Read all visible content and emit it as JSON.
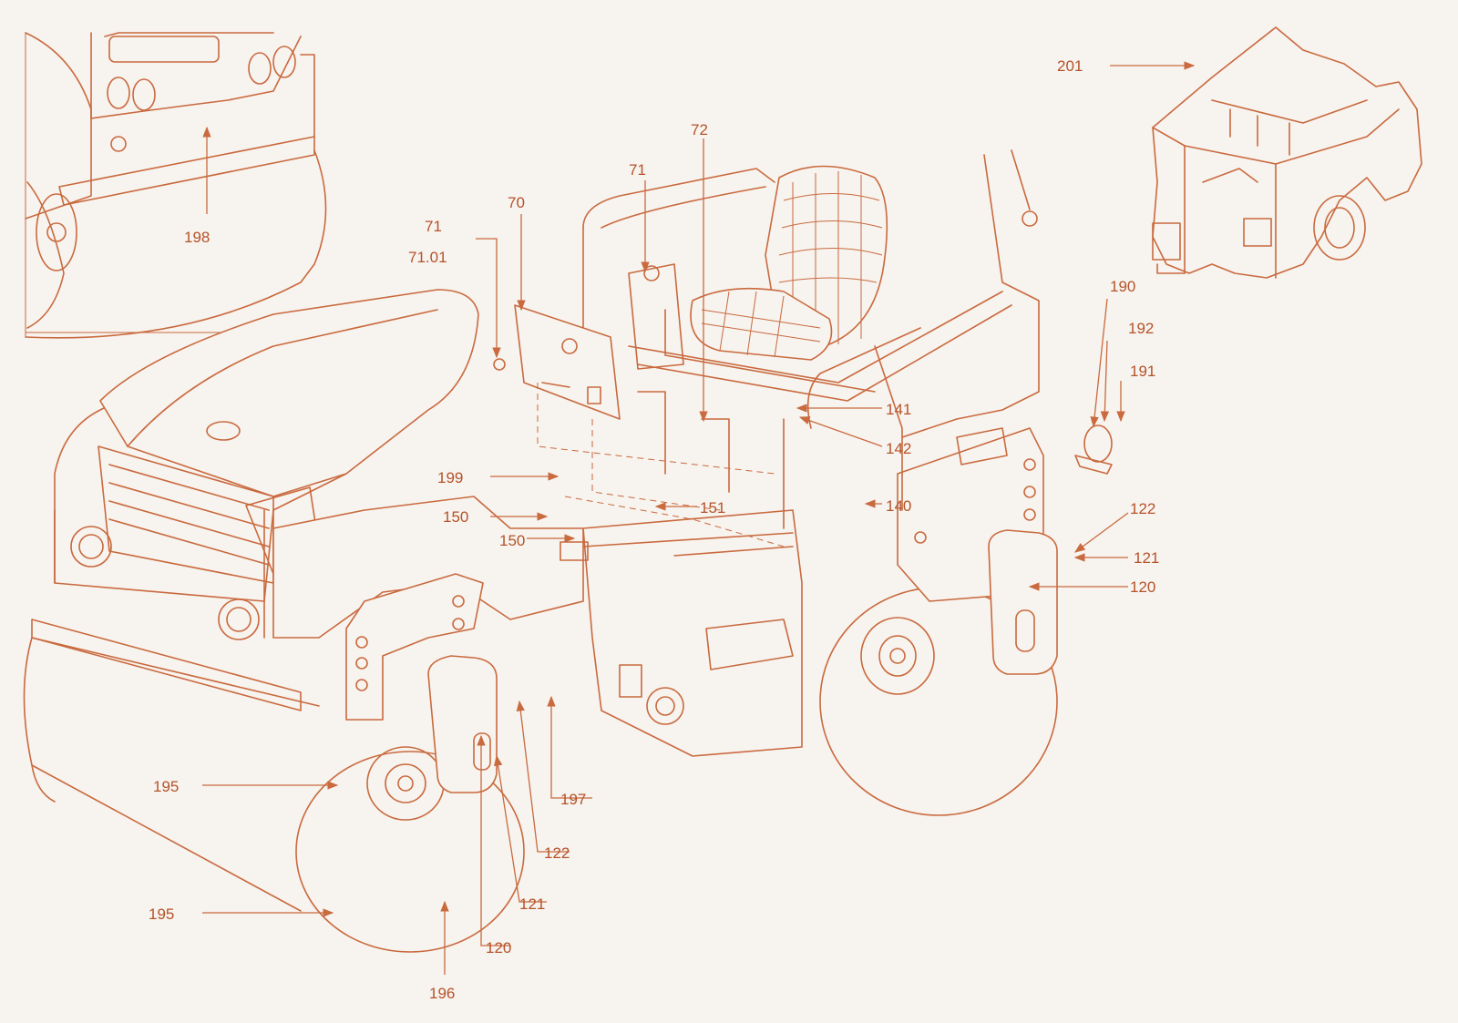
{
  "diagram": {
    "accent_color": "#c96a3f",
    "label_color": "#b5532a",
    "background": "#f7f3ee",
    "labels": {
      "l198": "198",
      "l70": "70",
      "l71a": "71",
      "l71b": "71",
      "l7101": "71.01",
      "l72": "72",
      "l141": "141",
      "l142": "142",
      "l140": "140",
      "l199": "199",
      "l150a": "150",
      "l151": "151",
      "l150b": "150",
      "l190": "190",
      "l192": "192",
      "l191": "191",
      "l201": "201",
      "l122a": "122",
      "l121a": "121",
      "l120a": "120",
      "l195a": "195",
      "l197": "197",
      "l122b": "122",
      "l121b": "121",
      "l120b": "120",
      "l195b": "195",
      "l196": "196"
    }
  }
}
